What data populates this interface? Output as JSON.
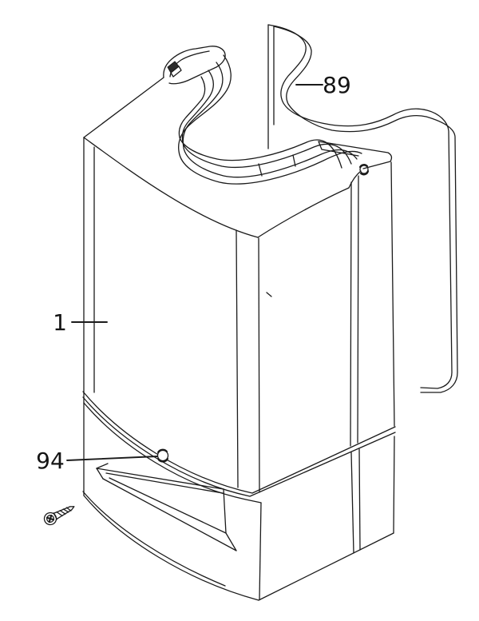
{
  "figure": {
    "kind": "exploded-parts-line-diagram",
    "background_color": "#ffffff",
    "line_color": "#1b1b1b",
    "text_color": "#141414",
    "callouts": {
      "casing": "1",
      "seal_strip": "89",
      "panel_screw": "94"
    }
  }
}
